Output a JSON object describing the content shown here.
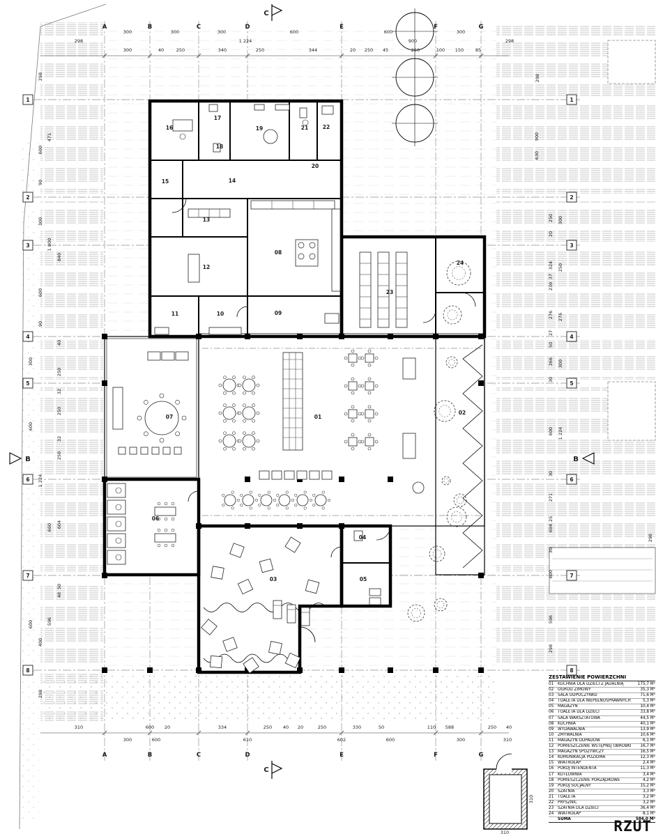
{
  "title": "RZUT",
  "sections": {
    "c": "C",
    "b": "B"
  },
  "grid": {
    "letters": [
      "A",
      "B",
      "C",
      "D",
      "E",
      "F",
      "G"
    ],
    "numbers": [
      "1",
      "2",
      "3",
      "4",
      "5",
      "6",
      "7",
      "8"
    ]
  },
  "rooms": [
    "01",
    "02",
    "03",
    "04",
    "05",
    "06",
    "07",
    "08",
    "09",
    "10",
    "11",
    "12",
    "13",
    "14",
    "15",
    "16",
    "17",
    "18",
    "19",
    "20",
    "21",
    "22",
    "23",
    "24"
  ],
  "dims": {
    "top1": [
      [
        "300",
        183
      ],
      [
        "300",
        251
      ],
      [
        "300",
        318
      ],
      [
        "600",
        422
      ],
      [
        "600",
        557
      ],
      [
        "300",
        661
      ]
    ],
    "topmid": [
      [
        "298",
        113
      ],
      [
        "1 224",
        352
      ],
      [
        "900",
        592
      ],
      [
        "298",
        731
      ]
    ],
    "top2": [
      [
        "300",
        183
      ],
      [
        "40",
        231
      ],
      [
        "250",
        259
      ],
      [
        "340",
        319
      ],
      [
        "250",
        373
      ],
      [
        "344",
        449
      ],
      [
        "20",
        506
      ],
      [
        "250",
        529
      ],
      [
        "45",
        553
      ],
      [
        "250",
        596
      ],
      [
        "100",
        632
      ],
      [
        "150",
        659
      ],
      [
        "85",
        686
      ]
    ],
    "bottom1": [
      [
        "310",
        113
      ],
      [
        "600",
        215
      ],
      [
        "20",
        240
      ],
      [
        "334",
        319
      ],
      [
        "250",
        384
      ],
      [
        "40",
        410
      ],
      [
        "20",
        431
      ],
      [
        "250",
        462
      ],
      [
        "330",
        512
      ],
      [
        "50",
        547
      ],
      [
        "110",
        619
      ],
      [
        "588",
        645
      ],
      [
        "250",
        706
      ],
      [
        "40",
        730
      ]
    ],
    "bottom2": [
      [
        "300",
        183
      ],
      [
        "600",
        224
      ],
      [
        "610",
        355
      ],
      [
        "602",
        490
      ],
      [
        "600",
        560
      ],
      [
        "300",
        661
      ],
      [
        "310",
        728
      ]
    ],
    "left": [
      [
        "298",
        110,
        60
      ],
      [
        "600",
        215,
        60
      ],
      [
        "471",
        197,
        73
      ],
      [
        "90",
        262,
        60
      ],
      [
        "300",
        318,
        60
      ],
      [
        "1 800",
        351,
        73
      ],
      [
        "840",
        369,
        87
      ],
      [
        "600",
        420,
        60
      ],
      [
        "90",
        465,
        60
      ],
      [
        "40",
        492,
        87
      ],
      [
        "300",
        519,
        46
      ],
      [
        "250",
        534,
        87
      ],
      [
        "32",
        562,
        87
      ],
      [
        "250",
        590,
        87
      ],
      [
        "600",
        612,
        46
      ],
      [
        "32",
        630,
        87
      ],
      [
        "250",
        654,
        87
      ],
      [
        "1 224",
        690,
        60
      ],
      [
        "604",
        753,
        87
      ],
      [
        "660",
        757,
        73
      ],
      [
        "50",
        842,
        87
      ],
      [
        "48",
        854,
        87
      ],
      [
        "596",
        892,
        73
      ],
      [
        "600",
        896,
        46
      ],
      [
        "400",
        922,
        60
      ],
      [
        "298",
        996,
        60
      ]
    ],
    "right": [
      [
        "900",
        196,
        772
      ],
      [
        "630",
        223,
        772
      ],
      [
        "298",
        112,
        773
      ],
      [
        "250",
        313,
        792
      ],
      [
        "300",
        316,
        806
      ],
      [
        "20",
        336,
        792
      ],
      [
        "324",
        381,
        792
      ],
      [
        "250",
        384,
        806
      ],
      [
        "37",
        397,
        792
      ],
      [
        "230",
        411,
        792
      ],
      [
        "276",
        452,
        792
      ],
      [
        "276",
        455,
        806
      ],
      [
        "27",
        478,
        792
      ],
      [
        "50",
        495,
        792
      ],
      [
        "266",
        519,
        792
      ],
      [
        "300",
        522,
        806
      ],
      [
        "30",
        545,
        792
      ],
      [
        "600",
        619,
        792
      ],
      [
        "1 224",
        622,
        806
      ],
      [
        "30",
        680,
        792
      ],
      [
        "271",
        714,
        792
      ],
      [
        "25",
        745,
        792
      ],
      [
        "604",
        758,
        792
      ],
      [
        "30",
        790,
        792
      ],
      [
        "600",
        824,
        792
      ],
      [
        "596",
        889,
        792
      ],
      [
        "298",
        931,
        792
      ],
      [
        "298",
        772,
        935
      ]
    ],
    "misc": [
      [
        "310",
        724,
        1197,
        0
      ],
      [
        "310",
        764,
        1147,
        -90
      ]
    ]
  },
  "legend": {
    "title": "ZESTAWIENIE POWIERZCHNI",
    "rows": [
      {
        "no": "01",
        "name": "KUCHNIA DLA DZIECI Z JADALNIĄ",
        "area": "175,7 M²"
      },
      {
        "no": "02",
        "name": "OGRÓD ZIMOWY",
        "area": "35,3 M²"
      },
      {
        "no": "03",
        "name": "SALA ODPOCZYNKU",
        "area": "71,6 M²"
      },
      {
        "no": "04",
        "name": "TOALETA DLA NIEPEŁNOSPRAWNYCH",
        "area": "5,3 M²"
      },
      {
        "no": "05",
        "name": "MAGAZYN",
        "area": "10,4 M²"
      },
      {
        "no": "06",
        "name": "TOALETA DLA DZIECI",
        "area": "33,8 M²"
      },
      {
        "no": "07",
        "name": "SALA WARSZTATOWA",
        "area": "44,5 M²"
      },
      {
        "no": "08",
        "name": "KUCHNIA",
        "area": "40,1 M²"
      },
      {
        "no": "09",
        "name": "WYDAWALNIA",
        "area": "13,9 M²"
      },
      {
        "no": "10",
        "name": "ZMYWALNIA",
        "area": "10,6 M²"
      },
      {
        "no": "11",
        "name": "MAGAZYN ODPADÓW",
        "area": "6,1 M²"
      },
      {
        "no": "12",
        "name": "POMIESZCZENIE WSTĘPNEJ OBRÓBKI",
        "area": "16,7 M²"
      },
      {
        "no": "13",
        "name": "MAGAZYN SPOŻYWCZY",
        "area": "16,5 M²"
      },
      {
        "no": "14",
        "name": "KOMUNIKACJA POZIOMA",
        "area": "12,3 M²"
      },
      {
        "no": "15",
        "name": "WIATROŁAP",
        "area": "2,4 M²"
      },
      {
        "no": "16",
        "name": "POKÓJ INTENDENTA",
        "area": "11,3 M²"
      },
      {
        "no": "17",
        "name": "KOTŁOWNIA",
        "area": "3,4 M²"
      },
      {
        "no": "18",
        "name": "POMIESZCZENIE PORZĄDKOWE",
        "area": "4,2 M²"
      },
      {
        "no": "19",
        "name": "POKÓJ SOCJALNY",
        "area": "15,2 M²"
      },
      {
        "no": "20",
        "name": "SZATNIA",
        "area": "3,3 M²"
      },
      {
        "no": "21",
        "name": "TOALETA",
        "area": "3,2 M²"
      },
      {
        "no": "22",
        "name": "PRYSZNIC",
        "area": "3,2 M²"
      },
      {
        "no": "23",
        "name": "SZATNIA DLA DZIECI",
        "area": "36,4 M²"
      },
      {
        "no": "24",
        "name": "WIATROŁAP",
        "area": "8,1 M²"
      }
    ],
    "total": {
      "no": "",
      "name": "SUMA",
      "area": "584,0 M²"
    }
  }
}
